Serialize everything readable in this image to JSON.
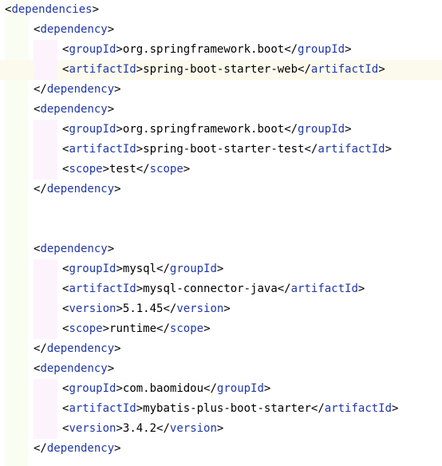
{
  "editor": {
    "lines": [
      {
        "indent": 0,
        "kind": "open",
        "tag": "dependencies"
      },
      {
        "indent": 1,
        "kind": "open",
        "tag": "dependency"
      },
      {
        "indent": 2,
        "kind": "elem",
        "tag": "groupId",
        "value": "org.springframework.boot"
      },
      {
        "indent": 2,
        "kind": "elem",
        "tag": "artifactId",
        "value": "spring-boot-starter-web",
        "current": true
      },
      {
        "indent": 1,
        "kind": "close",
        "tag": "dependency"
      },
      {
        "indent": 1,
        "kind": "open",
        "tag": "dependency"
      },
      {
        "indent": 2,
        "kind": "elem",
        "tag": "groupId",
        "value": "org.springframework.boot"
      },
      {
        "indent": 2,
        "kind": "elem",
        "tag": "artifactId",
        "value": "spring-boot-starter-test"
      },
      {
        "indent": 2,
        "kind": "elem",
        "tag": "scope",
        "value": "test"
      },
      {
        "indent": 1,
        "kind": "close",
        "tag": "dependency"
      },
      {
        "indent": 0,
        "kind": "blank"
      },
      {
        "indent": 0,
        "kind": "blank"
      },
      {
        "indent": 1,
        "kind": "open",
        "tag": "dependency"
      },
      {
        "indent": 2,
        "kind": "elem",
        "tag": "groupId",
        "value": "mysql"
      },
      {
        "indent": 2,
        "kind": "elem",
        "tag": "artifactId",
        "value": "mysql-connector-java"
      },
      {
        "indent": 2,
        "kind": "elem",
        "tag": "version",
        "value": "5.1.45"
      },
      {
        "indent": 2,
        "kind": "elem",
        "tag": "scope",
        "value": "runtime"
      },
      {
        "indent": 1,
        "kind": "close",
        "tag": "dependency"
      },
      {
        "indent": 1,
        "kind": "open",
        "tag": "dependency"
      },
      {
        "indent": 2,
        "kind": "elem",
        "tag": "groupId",
        "value": "com.baomidou"
      },
      {
        "indent": 2,
        "kind": "elem",
        "tag": "artifactId",
        "value": "mybatis-plus-boot-starter"
      },
      {
        "indent": 2,
        "kind": "elem",
        "tag": "version",
        "value": "3.4.2"
      },
      {
        "indent": 1,
        "kind": "close",
        "tag": "dependency"
      }
    ]
  },
  "colors": {
    "tag": "#1f37a8",
    "text": "#000000",
    "current_line": "#fcfaed",
    "indent_guide_1": "#fafdf2",
    "indent_guide_2": "#fdf3fd"
  }
}
